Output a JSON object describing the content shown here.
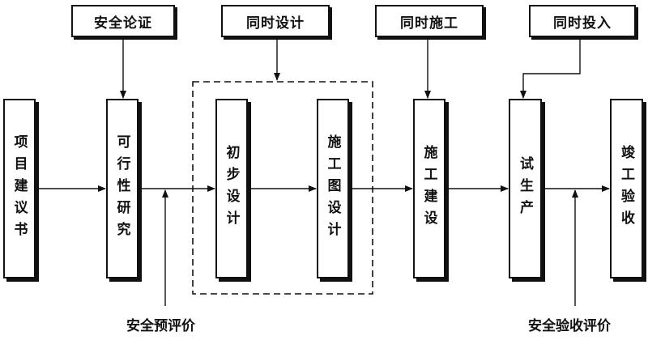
{
  "top_labels": {
    "safety_demonstration": "安全论证",
    "simultaneous_design": "同时设计",
    "simultaneous_construction": "同时施工",
    "simultaneous_operation": "同时投入"
  },
  "stages": {
    "project_proposal": "项目建议书",
    "feasibility_study": "可行性研究",
    "preliminary_design": "初步设计",
    "construction_drawing_design": "施工图设计",
    "construction": "施工建设",
    "trial_production": "试生产",
    "completion_acceptance": "竣工验收"
  },
  "bottom_labels": {
    "safety_pre_evaluation": "安全预评价",
    "safety_acceptance_evaluation": "安全验收评价"
  }
}
